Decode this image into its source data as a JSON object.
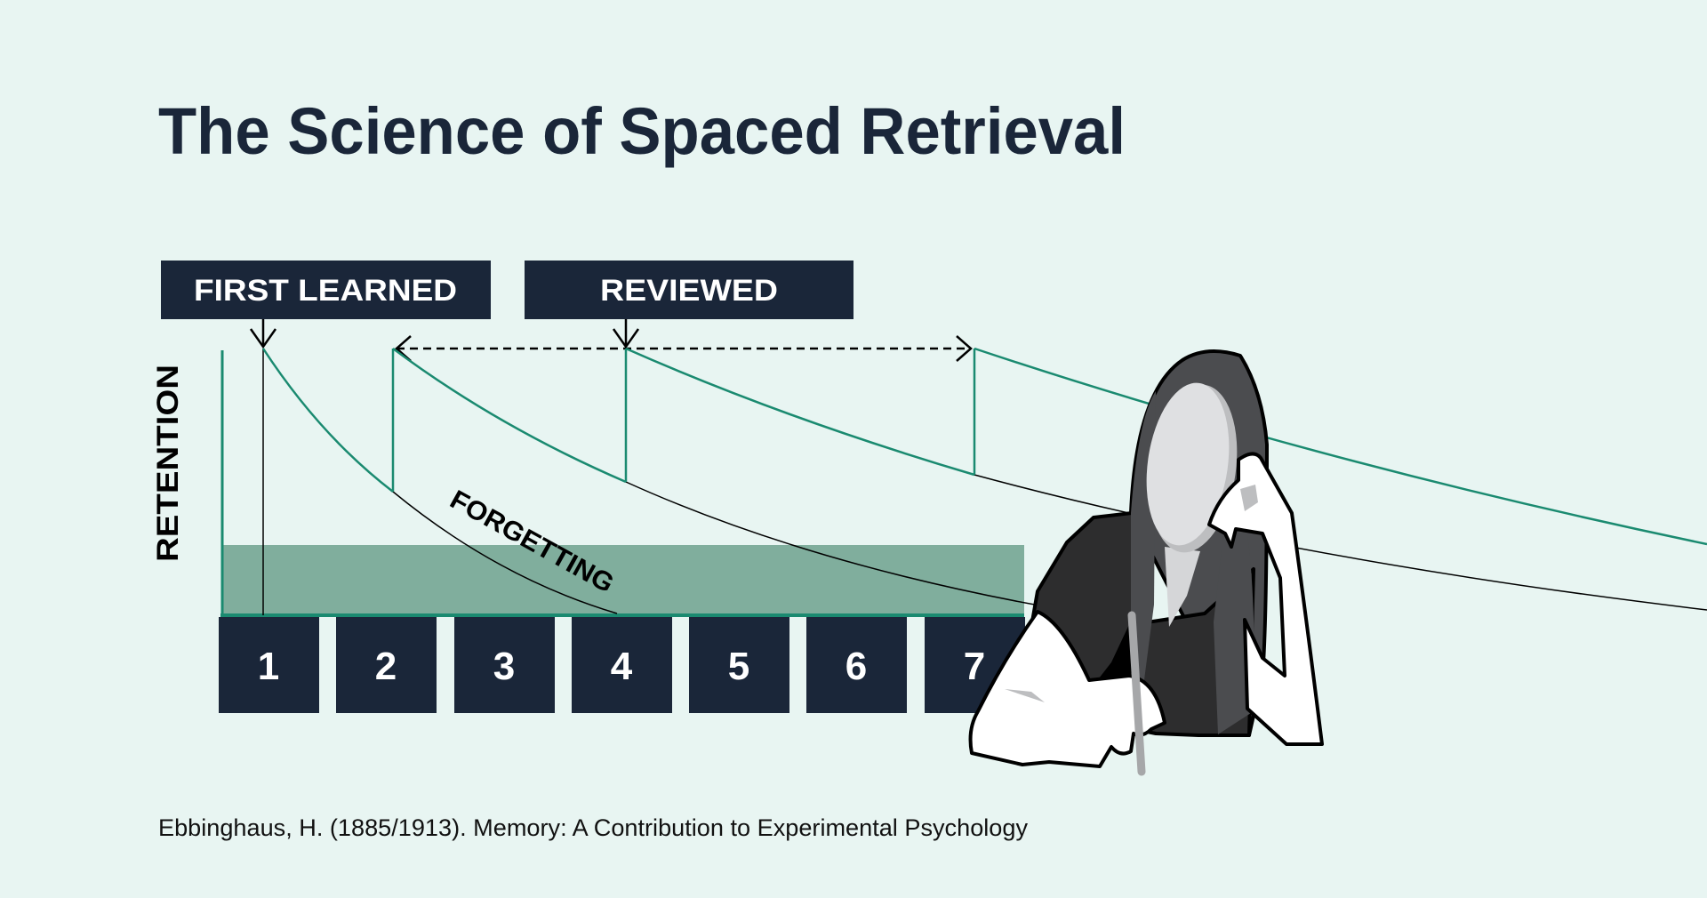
{
  "title": "The Science of Spaced Retrieval",
  "labels": {
    "first_learned": "FIRST LEARNED",
    "reviewed": "REVIEWED",
    "retention": "RETENTION",
    "forgetting": "FORGETTING"
  },
  "days": [
    "1",
    "2",
    "3",
    "4",
    "5",
    "6",
    "7"
  ],
  "citation": "Ebbinghaus, H. (1885/1913). Memory: A Contribution to Experimental Psychology",
  "colors": {
    "background": "#e8f5f2",
    "navy": "#1a2639",
    "teal": "#1a8a70",
    "band": "#80ae9d"
  }
}
